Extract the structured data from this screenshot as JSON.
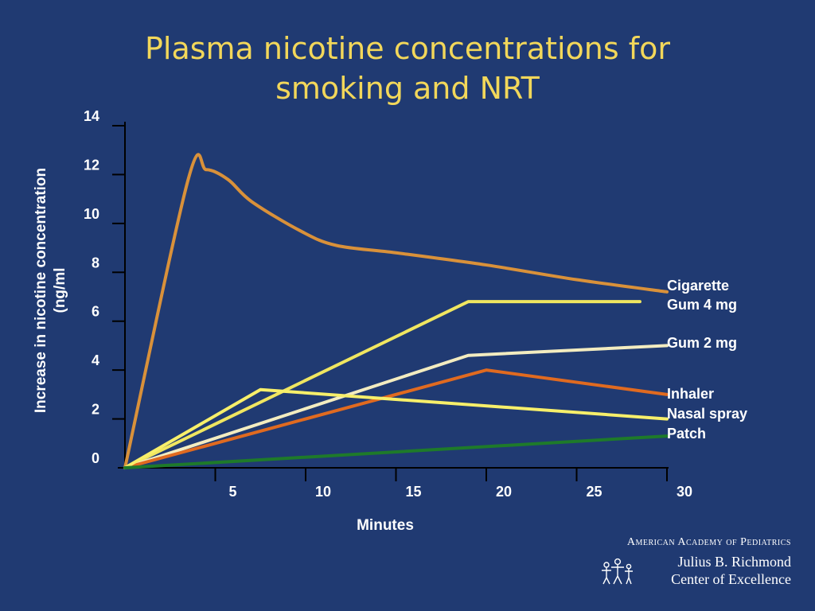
{
  "slide": {
    "title_line1": "Plasma nicotine concentrations for",
    "title_line2": "smoking and NRT"
  },
  "brand": {
    "org": "American Academy of Pediatrics",
    "center_line1": "Julius B. Richmond",
    "center_line2": "Center of Excellence"
  },
  "colors": {
    "background": "#203a72",
    "title": "#f2d75a",
    "text": "#ffffff"
  },
  "chart_data": {
    "type": "line",
    "title": "Plasma nicotine concentrations for smoking and NRT",
    "xlabel": "Minutes",
    "ylabel_line1": "Increase in nicotine concentration",
    "ylabel_line2": "(ng/ml",
    "xlim": [
      0,
      30
    ],
    "ylim": [
      0,
      14
    ],
    "x_ticks": [
      5,
      10,
      15,
      20,
      25,
      30
    ],
    "y_ticks": [
      0,
      2,
      4,
      6,
      8,
      10,
      12,
      14
    ],
    "grid": false,
    "legend_position": "right, inline labels",
    "series": [
      {
        "name": "Cigarette",
        "color": "#d9913a",
        "points": [
          [
            0,
            0
          ],
          [
            3.5,
            11.8
          ],
          [
            4.5,
            12.2
          ],
          [
            5.7,
            11.8
          ],
          [
            7,
            10.9
          ],
          [
            9.7,
            9.7
          ],
          [
            11.7,
            9.1
          ],
          [
            15,
            8.8
          ],
          [
            20,
            8.3
          ],
          [
            25,
            7.7
          ],
          [
            30,
            7.2
          ]
        ]
      },
      {
        "name": "Gum 4 mg",
        "color": "#f0e660",
        "points": [
          [
            0,
            0
          ],
          [
            19,
            6.8
          ],
          [
            28.5,
            6.8
          ]
        ]
      },
      {
        "name": "Gum 2 mg",
        "color": "#f3ecc0",
        "points": [
          [
            0,
            0
          ],
          [
            19,
            4.6
          ],
          [
            30,
            5.0
          ]
        ]
      },
      {
        "name": "Inhaler",
        "color": "#e06a20",
        "points": [
          [
            0,
            0
          ],
          [
            20,
            4.0
          ],
          [
            30,
            3.0
          ]
        ]
      },
      {
        "name": "Nasal spray",
        "color": "#f7ef6a",
        "points": [
          [
            0,
            0
          ],
          [
            7.5,
            3.2
          ],
          [
            30,
            2.0
          ]
        ]
      },
      {
        "name": "Patch",
        "color": "#1e7a2a",
        "points": [
          [
            0,
            0
          ],
          [
            30,
            1.3
          ]
        ]
      }
    ]
  }
}
